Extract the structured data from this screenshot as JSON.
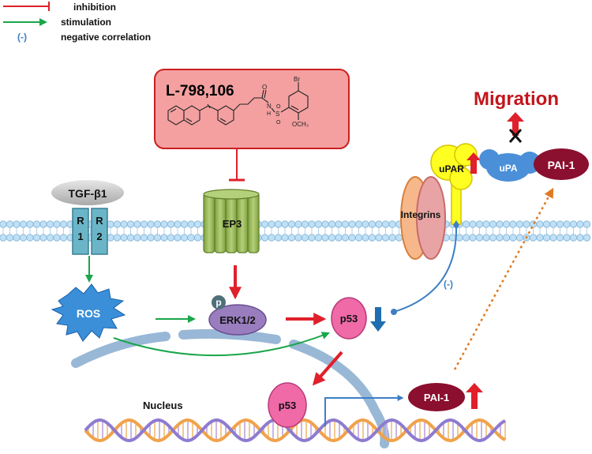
{
  "legend": {
    "inhibition": "inhibition",
    "stimulation": "stimulation",
    "neg_symbol": "(-)",
    "negative_correlation": "negative correlation"
  },
  "compound": {
    "name": "L-798,106",
    "br": "Br",
    "o1": "O",
    "n": "N",
    "h": "H",
    "s": "S",
    "o2": "O",
    "o3": "O",
    "och3": "OCH₃"
  },
  "migration": "Migration",
  "nodes": {
    "tgf": "TGF-β1",
    "r1_top": "R",
    "r1_bottom": "1",
    "r2_top": "R",
    "r2_bottom": "2",
    "ep3": "EP3",
    "integrins": "Integrins",
    "upar": "uPAR",
    "upa": "uPA",
    "pai1_membrane": "PAI-1",
    "ros": "ROS",
    "p_badge": "p",
    "erk": "ERK1/2",
    "p53_cyto": "p53",
    "neg_corr": "(-)",
    "p53_nucleus": "p53",
    "nucleus": "Nucleus",
    "pai1_nucleus": "PAI-1"
  },
  "colors": {
    "inhibition": "#e0202a",
    "stimulation": "#1aa64a",
    "negative": "#3d7fc4",
    "compound_fill": "#f4a0a0",
    "compound_border": "#cc1f1f",
    "ep3_fill": "#9cbc5a",
    "receptor_fill": "#6bb5c8",
    "upar_fill": "#ffff22",
    "upa_fill": "#4a8fd8",
    "pai1_fill": "#8b0f2e",
    "ros_fill": "#3a8fd8",
    "erk_fill": "#9a7dbf",
    "p53_fill": "#f06aa8",
    "integrin_left": "#f6b88a",
    "integrin_right": "#e8a4a4",
    "migration_text": "#c3151c"
  }
}
